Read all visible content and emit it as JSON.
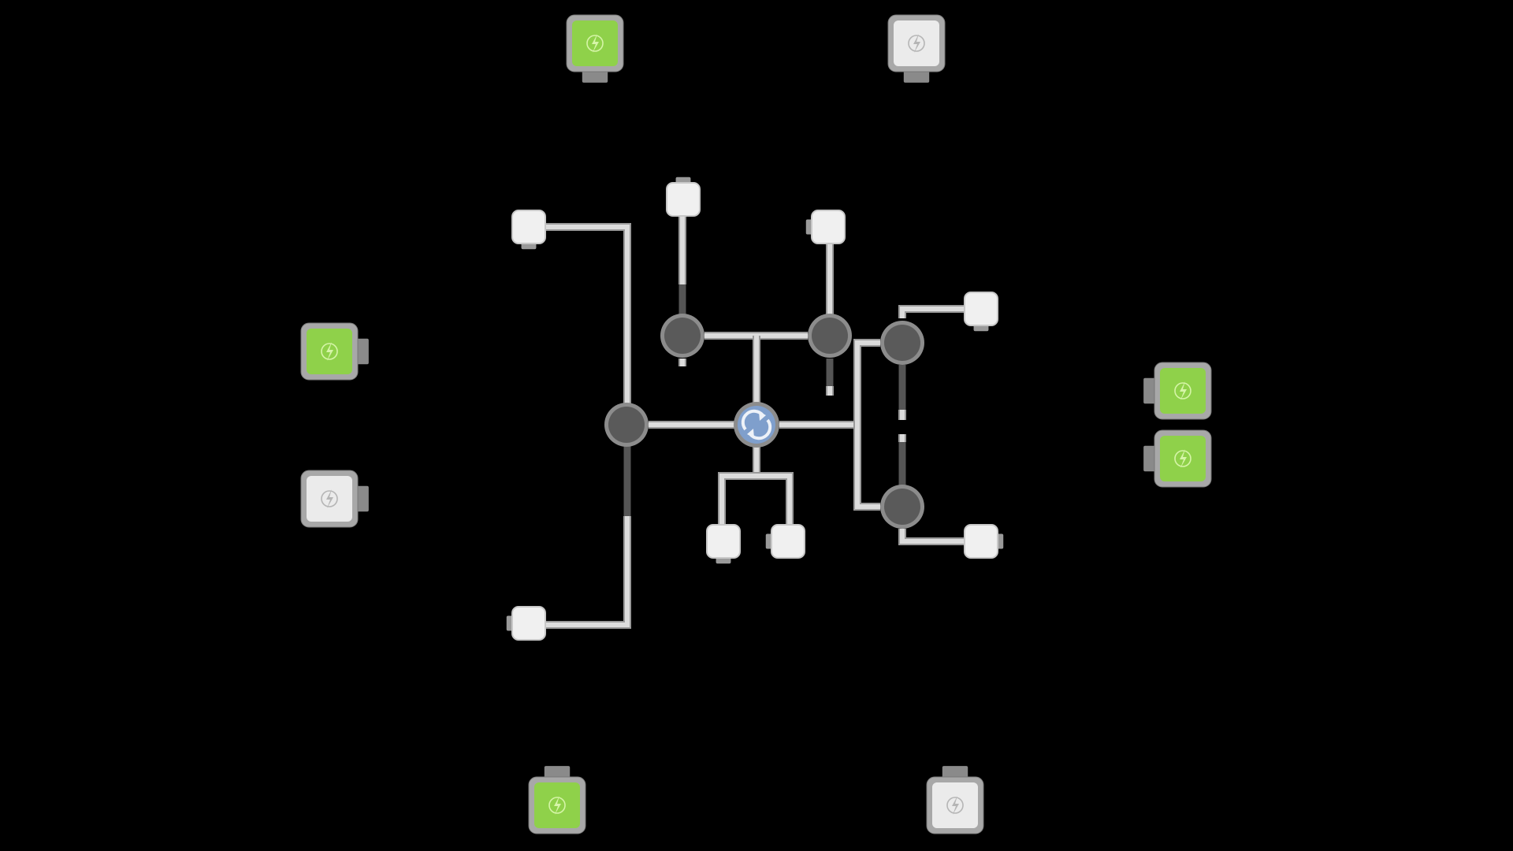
{
  "game": {
    "colors": {
      "background": "#000000",
      "battery_powered": "#8fd14a",
      "battery_unpowered": "#ebebeb",
      "frame": "#a8a8a8",
      "pipe": "#dcdcdc",
      "pipe_edge": "#9a9a9a",
      "pipe_inactive": "#555555",
      "hub": "#5a5a5a",
      "source": "#7f9fcc"
    },
    "source": {
      "icon": "refresh-arrows-icon"
    },
    "batteries": [
      {
        "id": "top-left",
        "state": "powered",
        "icon": "lightning-icon"
      },
      {
        "id": "top-right",
        "state": "unpowered",
        "icon": "lightning-icon"
      },
      {
        "id": "left-upper",
        "state": "powered",
        "icon": "lightning-icon"
      },
      {
        "id": "left-lower",
        "state": "unpowered",
        "icon": "lightning-icon"
      },
      {
        "id": "right-upper",
        "state": "powered",
        "icon": "lightning-icon"
      },
      {
        "id": "right-lower",
        "state": "powered",
        "icon": "lightning-icon"
      },
      {
        "id": "bottom-left",
        "state": "powered",
        "icon": "lightning-icon"
      },
      {
        "id": "bottom-right",
        "state": "unpowered",
        "icon": "lightning-icon"
      }
    ],
    "hub_count": 5,
    "socket_count": 8
  }
}
